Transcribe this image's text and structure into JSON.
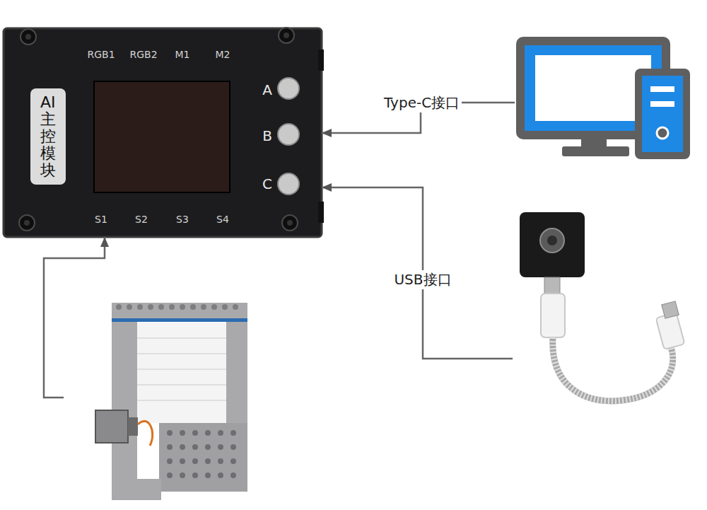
{
  "diagram": {
    "nodes": [
      {
        "text": [
          "RGB1",
          "RGB2",
          "M1",
          "M2",
          "A",
          "B",
          "C",
          "S1",
          "S2",
          "S3",
          "S4"
        ]
      },
      {
        "text": [
          "AI主控模块"
        ],
        "in": 0
      },
      {
        "text": []
      },
      {
        "text": []
      },
      {
        "text": []
      }
    ],
    "edges": [
      {
        "from": 2,
        "to": 0,
        "label": "Type-C接口",
        "arrow": "to"
      },
      {
        "from": 3,
        "to": 0,
        "label": "USB接口",
        "arrow": "to"
      },
      {
        "from": 4,
        "to": 0,
        "arrow": "to"
      }
    ]
  }
}
